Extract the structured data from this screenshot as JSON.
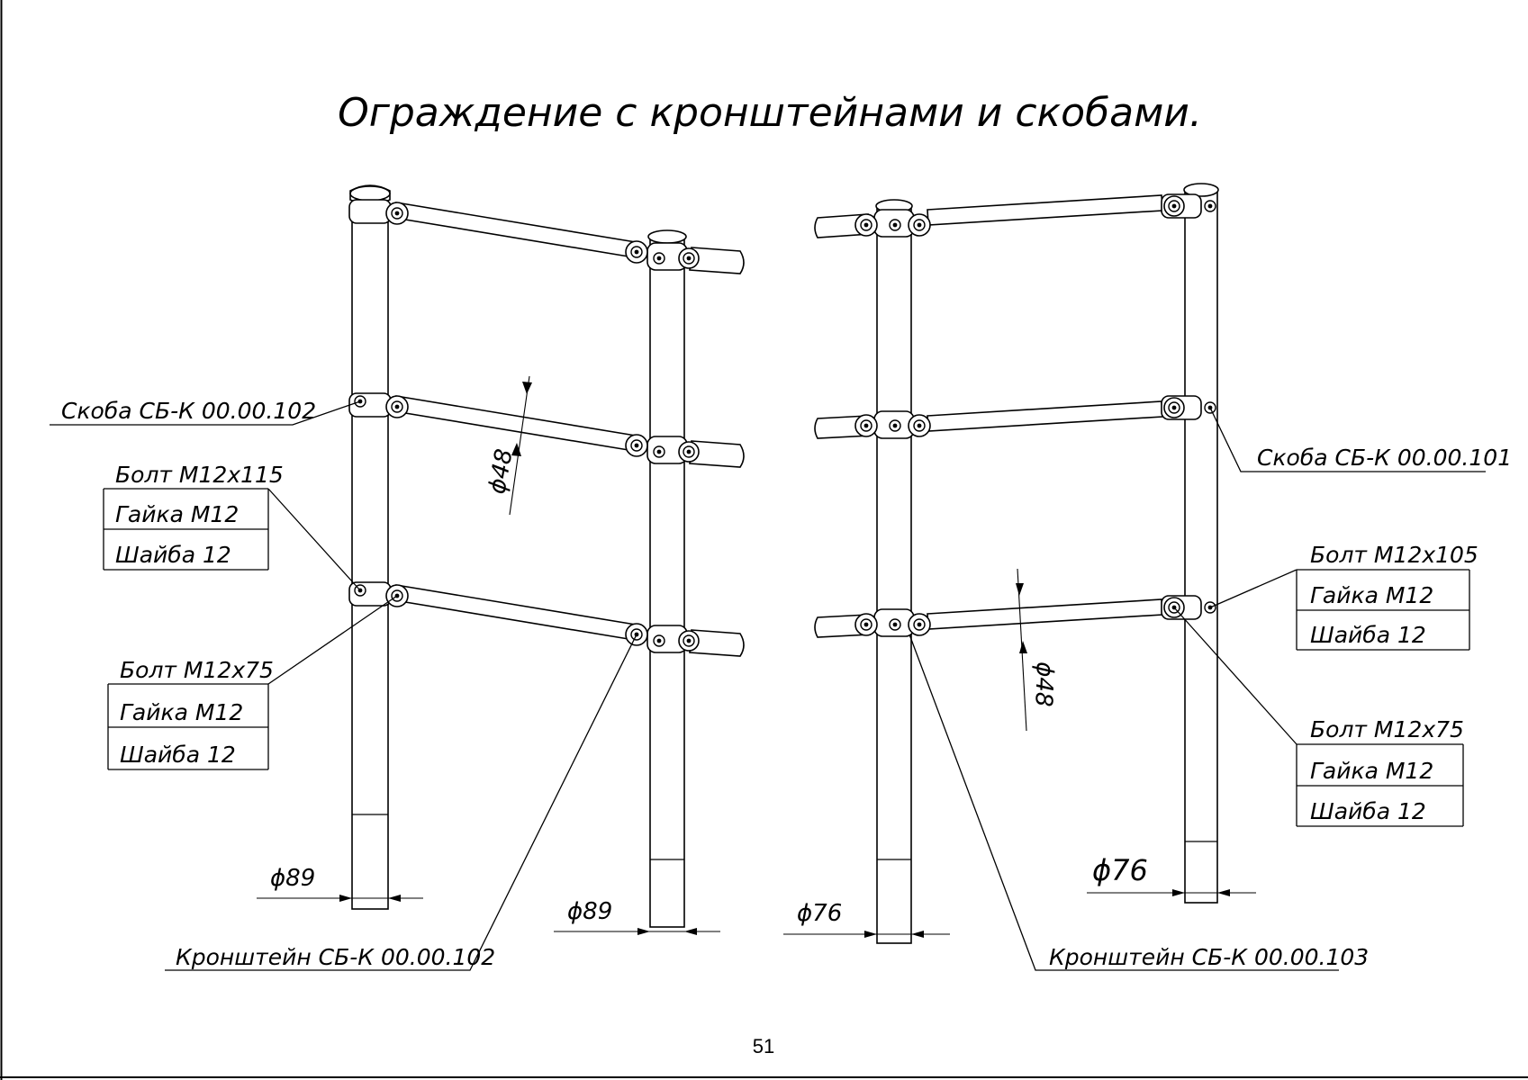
{
  "title": "Ограждение с кронштейнами и скобами.",
  "page_number": "51",
  "left_assembly": {
    "clamp_label": "Скоба СБ-К 00.00.102",
    "hardware_top": {
      "bolt": "Болт М12х115",
      "nut": "Гайка М12",
      "washer": "Шайба 12"
    },
    "hardware_bottom": {
      "bolt": "Болт М12х75",
      "nut": "Гайка М12",
      "washer": "Шайба 12"
    },
    "bracket_label": "Кронштейн СБ-К 00.00.102",
    "rail_diameter": "ϕ48",
    "post1_diameter": "ϕ89",
    "post2_diameter": "ϕ89"
  },
  "right_assembly": {
    "clamp_label": "Скоба СБ-К 00.00.101",
    "hardware_top": {
      "bolt": "Болт М12х105",
      "nut": "Гайка М12",
      "washer": "Шайба 12"
    },
    "hardware_bottom": {
      "bolt": "Болт М12х75",
      "nut": "Гайка М12",
      "washer": "Шайба 12"
    },
    "bracket_label": "Кронштейн СБ-К 00.00.103",
    "rail_diameter": "ϕ48",
    "post1_diameter": "ϕ76",
    "post2_diameter": "ϕ76"
  }
}
